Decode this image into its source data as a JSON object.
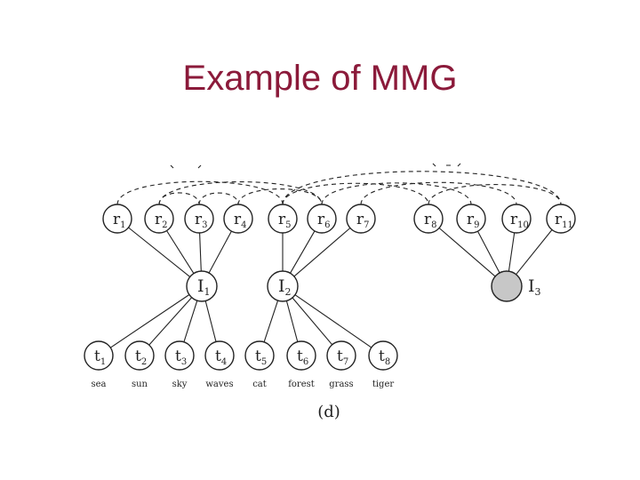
{
  "title": "Example of MMG",
  "caption": "(d)",
  "region_nodes": [
    {
      "id": "r1",
      "base": "r",
      "sub": "1"
    },
    {
      "id": "r2",
      "base": "r",
      "sub": "2"
    },
    {
      "id": "r3",
      "base": "r",
      "sub": "3"
    },
    {
      "id": "r4",
      "base": "r",
      "sub": "4"
    },
    {
      "id": "r5",
      "base": "r",
      "sub": "5"
    },
    {
      "id": "r6",
      "base": "r",
      "sub": "6"
    },
    {
      "id": "r7",
      "base": "r",
      "sub": "7"
    },
    {
      "id": "r8",
      "base": "r",
      "sub": "8"
    },
    {
      "id": "r9",
      "base": "r",
      "sub": "9"
    },
    {
      "id": "r10",
      "base": "r",
      "sub": "10"
    },
    {
      "id": "r11",
      "base": "r",
      "sub": "11"
    }
  ],
  "image_nodes": [
    {
      "id": "I1",
      "base": "I",
      "sub": "1",
      "filled": false
    },
    {
      "id": "I2",
      "base": "I",
      "sub": "2",
      "filled": false
    },
    {
      "id": "I3",
      "base": "I",
      "sub": "3",
      "filled": true
    }
  ],
  "term_nodes": [
    {
      "id": "t1",
      "base": "t",
      "sub": "1",
      "word": "sea"
    },
    {
      "id": "t2",
      "base": "t",
      "sub": "2",
      "word": "sun"
    },
    {
      "id": "t3",
      "base": "t",
      "sub": "3",
      "word": "sky"
    },
    {
      "id": "t4",
      "base": "t",
      "sub": "4",
      "word": "waves"
    },
    {
      "id": "t5",
      "base": "t",
      "sub": "5",
      "word": "cat"
    },
    {
      "id": "t6",
      "base": "t",
      "sub": "6",
      "word": "forest"
    },
    {
      "id": "t7",
      "base": "t",
      "sub": "7",
      "word": "grass"
    },
    {
      "id": "t8",
      "base": "t",
      "sub": "8",
      "word": "tiger"
    }
  ],
  "edges": [
    [
      "r1",
      "I1"
    ],
    [
      "r2",
      "I1"
    ],
    [
      "r3",
      "I1"
    ],
    [
      "r4",
      "I1"
    ],
    [
      "r5",
      "I2"
    ],
    [
      "r6",
      "I2"
    ],
    [
      "r7",
      "I2"
    ],
    [
      "r8",
      "I3"
    ],
    [
      "r9",
      "I3"
    ],
    [
      "r10",
      "I3"
    ],
    [
      "r11",
      "I3"
    ],
    [
      "I1",
      "t1"
    ],
    [
      "I1",
      "t2"
    ],
    [
      "I1",
      "t3"
    ],
    [
      "I1",
      "t4"
    ],
    [
      "I2",
      "t5"
    ],
    [
      "I2",
      "t6"
    ],
    [
      "I2",
      "t7"
    ],
    [
      "I2",
      "t8"
    ]
  ],
  "similarity_links": [
    [
      "r1",
      "r5"
    ],
    [
      "r2",
      "r3"
    ],
    [
      "r3",
      "r4"
    ],
    [
      "r5",
      "r8"
    ],
    [
      "r6",
      "r9"
    ],
    [
      "r7",
      "r10"
    ],
    [
      "r5",
      "r11"
    ],
    [
      "r2",
      "r6"
    ],
    [
      "r4",
      "r6"
    ],
    [
      "r8",
      "r11"
    ]
  ]
}
